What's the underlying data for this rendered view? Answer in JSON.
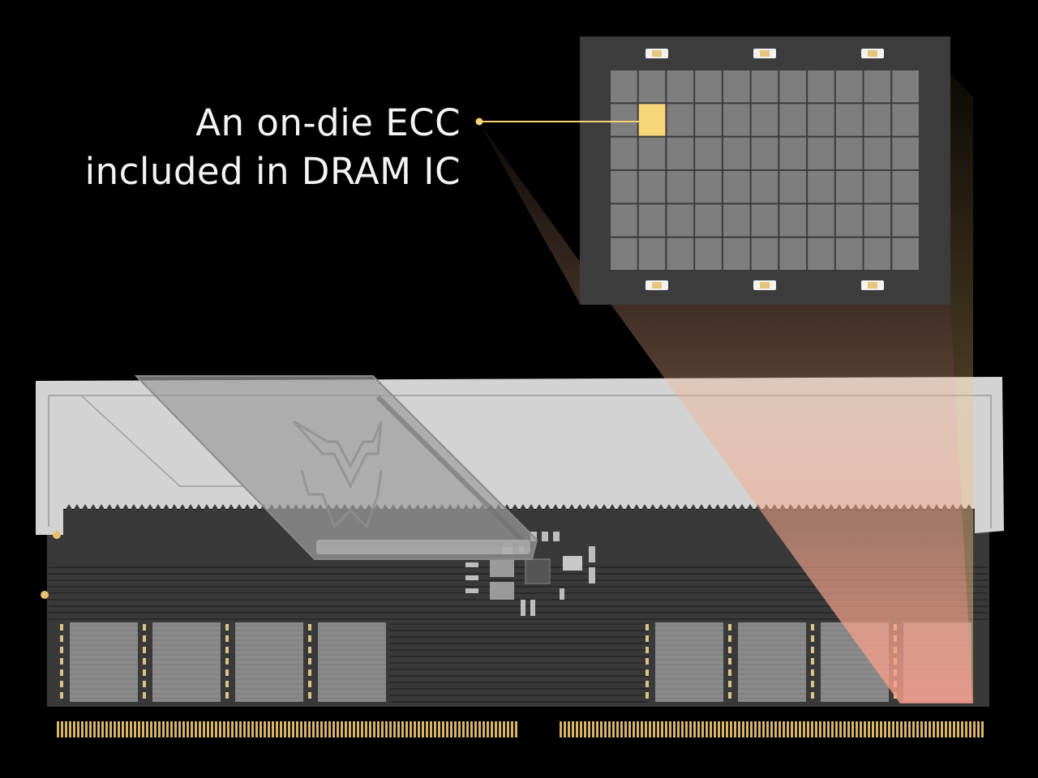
{
  "caption": {
    "line1": "An on-die ECC",
    "line2": "included in DRAM IC"
  },
  "colors": {
    "background": "#000000",
    "ecc_highlight": "#f8d77a",
    "gold_contacts": "#d8b466",
    "heatsink": "#d4d4d4",
    "pcb": "#3a3a3a",
    "chip_package": "#3d3d3d",
    "die_cell": "#7e7e7e",
    "beam": "#f2a58e"
  },
  "icons": {
    "brand_logo": "predator-logo-icon",
    "callout_dot": "callout-dot-icon"
  },
  "die_grid": {
    "rows": 6,
    "cols": 11,
    "highlight_row": 1,
    "highlight_col": 1
  }
}
